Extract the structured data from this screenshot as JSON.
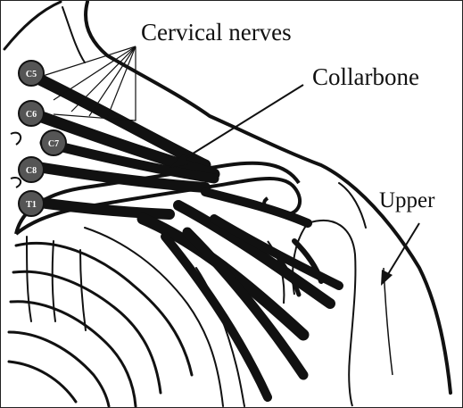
{
  "labels": {
    "cervical_nerves": "Cervical nerves",
    "collarbone": "Collarbone",
    "upper": "Upper"
  },
  "nerve_roots": [
    "C5",
    "C6",
    "C7",
    "C8",
    "T1"
  ],
  "colors": {
    "ink": "#111111",
    "root_fill": "#555555",
    "background": "#ffffff"
  }
}
